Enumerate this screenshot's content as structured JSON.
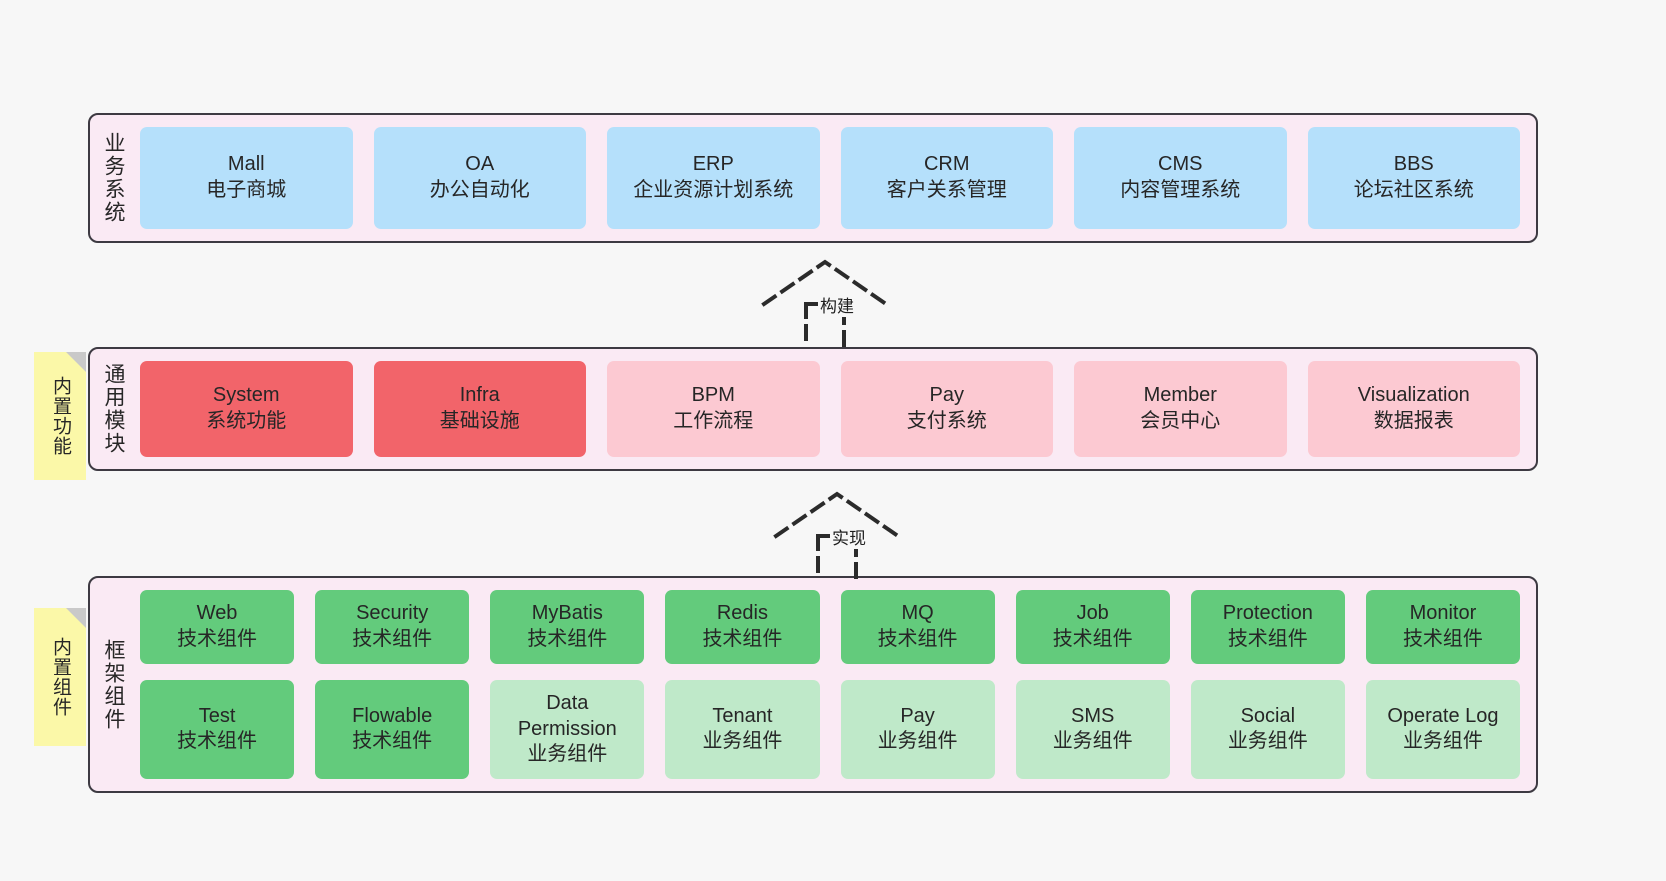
{
  "diagram": {
    "background": "#f7f7f7",
    "layer_fill": "#faeaf4",
    "layer_border": "#3d3a42",
    "colors": {
      "blue": "#b5e0fb",
      "red": "#f2646a",
      "pink": "#fcc9d2",
      "green": "#63cb7c",
      "light_green": "#bfe9c9",
      "sticky_yellow": "#fbf8a8",
      "sticky_fold": "#c9c9c9"
    }
  },
  "layers": {
    "business": {
      "label": "业务系统",
      "items": [
        {
          "name": "Mall",
          "desc": "电子商城",
          "color": "blue"
        },
        {
          "name": "OA",
          "desc": "办公自动化",
          "color": "blue"
        },
        {
          "name": "ERP",
          "desc": "企业资源计划系统",
          "color": "blue"
        },
        {
          "name": "CRM",
          "desc": "客户关系管理",
          "color": "blue"
        },
        {
          "name": "CMS",
          "desc": "内容管理系统",
          "color": "blue"
        },
        {
          "name": "BBS",
          "desc": "论坛社区系统",
          "color": "blue"
        }
      ]
    },
    "common": {
      "label": "通用模块",
      "sticky": "内置功能",
      "items": [
        {
          "name": "System",
          "desc": "系统功能",
          "color": "red"
        },
        {
          "name": "Infra",
          "desc": "基础设施",
          "color": "red"
        },
        {
          "name": "BPM",
          "desc": "工作流程",
          "color": "pink"
        },
        {
          "name": "Pay",
          "desc": "支付系统",
          "color": "pink"
        },
        {
          "name": "Member",
          "desc": "会员中心",
          "color": "pink"
        },
        {
          "name": "Visualization",
          "desc": "数据报表",
          "color": "pink"
        }
      ]
    },
    "framework": {
      "label": "框架组件",
      "sticky": "内置组件",
      "row1": [
        {
          "name": "Web",
          "desc": "技术组件",
          "color": "green"
        },
        {
          "name": "Security",
          "desc": "技术组件",
          "color": "green"
        },
        {
          "name": "MyBatis",
          "desc": "技术组件",
          "color": "green"
        },
        {
          "name": "Redis",
          "desc": "技术组件",
          "color": "green"
        },
        {
          "name": "MQ",
          "desc": "技术组件",
          "color": "green"
        },
        {
          "name": "Job",
          "desc": "技术组件",
          "color": "green"
        },
        {
          "name": "Protection",
          "desc": "技术组件",
          "color": "green"
        },
        {
          "name": "Monitor",
          "desc": "技术组件",
          "color": "green"
        }
      ],
      "row2": [
        {
          "name": "Test",
          "desc": "技术组件",
          "color": "green"
        },
        {
          "name": "Flowable",
          "desc": "技术组件",
          "color": "green"
        },
        {
          "name": "Data Permission",
          "desc": "业务组件",
          "color": "light_green"
        },
        {
          "name": "Tenant",
          "desc": "业务组件",
          "color": "light_green"
        },
        {
          "name": "Pay",
          "desc": "业务组件",
          "color": "light_green"
        },
        {
          "name": "SMS",
          "desc": "业务组件",
          "color": "light_green"
        },
        {
          "name": "Social",
          "desc": "业务组件",
          "color": "light_green"
        },
        {
          "name": "Operate Log",
          "desc": "业务组件",
          "color": "light_green"
        }
      ]
    }
  },
  "connectors": [
    {
      "label": "构建",
      "from": "通用模块",
      "to": "业务系统"
    },
    {
      "label": "实现",
      "from": "框架组件",
      "to": "通用模块"
    }
  ]
}
